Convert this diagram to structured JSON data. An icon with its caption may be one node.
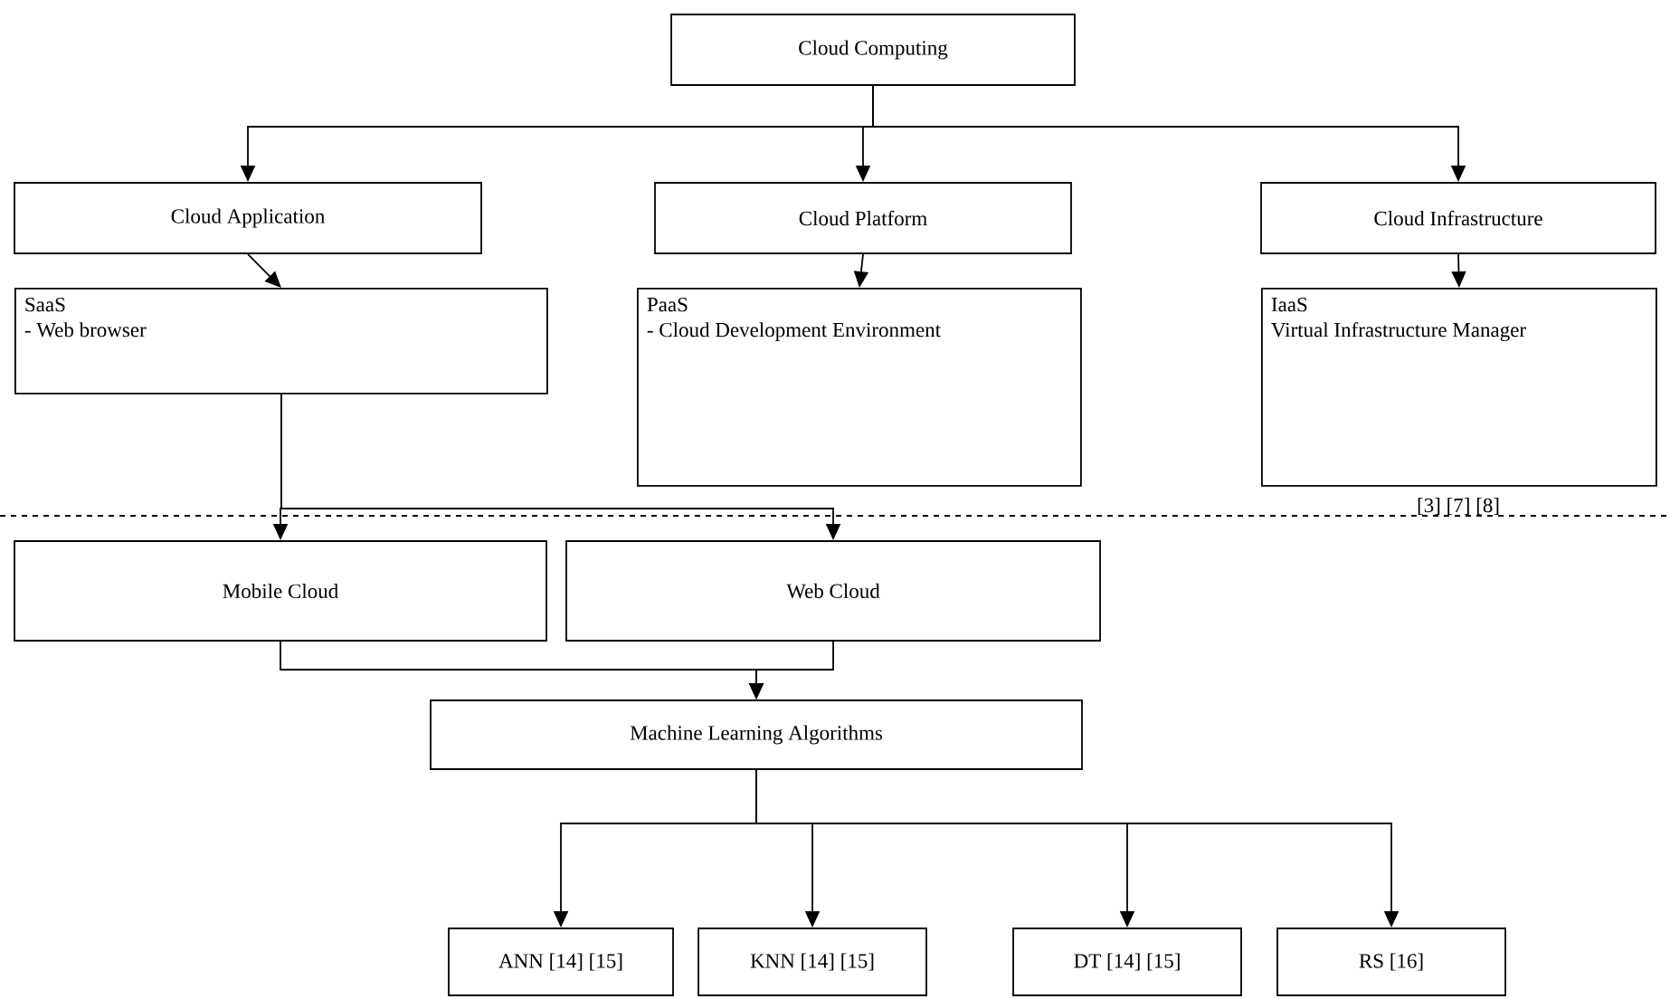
{
  "diagram": {
    "nodes": [
      {
        "text": [
          "Cloud Computing"
        ]
      },
      {
        "text": [
          "Cloud Application"
        ]
      },
      {
        "text": [
          "Cloud Platform"
        ]
      },
      {
        "text": [
          "Cloud Infrastructure"
        ]
      },
      {
        "text": [
          "SaaS",
          "- Web browser"
        ]
      },
      {
        "text": [
          "PaaS",
          "- Cloud Development Environment"
        ]
      },
      {
        "text": [
          "IaaS",
          "Virtual Infrastructure Manager"
        ],
        "beside": [
          "[3] [7] [8]"
        ]
      },
      {
        "text": [
          "Mobile Cloud"
        ]
      },
      {
        "text": [
          "Web Cloud"
        ]
      },
      {
        "text": [
          "Machine Learning Algorithms"
        ]
      },
      {
        "text": [
          "ANN [14] [15]"
        ]
      },
      {
        "text": [
          "KNN [14] [15]"
        ]
      },
      {
        "text": [
          "DT [14] [15]"
        ]
      },
      {
        "text": [
          "RS [16]"
        ]
      }
    ],
    "edges": [
      {
        "from": 0,
        "to": 1,
        "arrow": "to"
      },
      {
        "from": 0,
        "to": 2,
        "arrow": "to"
      },
      {
        "from": 0,
        "to": 3,
        "arrow": "to"
      },
      {
        "from": 1,
        "to": 4,
        "arrow": "to"
      },
      {
        "from": 2,
        "to": 5,
        "arrow": "to"
      },
      {
        "from": 3,
        "to": 6,
        "arrow": "to"
      },
      {
        "from": 4,
        "to": 7,
        "arrow": "to"
      },
      {
        "from": 4,
        "to": 8,
        "arrow": "to"
      },
      {
        "from": 7,
        "to": 9,
        "arrow": "to"
      },
      {
        "from": 8,
        "to": 9,
        "arrow": "to"
      },
      {
        "from": 9,
        "to": 10,
        "arrow": "to"
      },
      {
        "from": 9,
        "to": 11,
        "arrow": "to"
      },
      {
        "from": 9,
        "to": 12,
        "arrow": "to"
      },
      {
        "from": 9,
        "to": 13,
        "arrow": "to"
      }
    ]
  }
}
